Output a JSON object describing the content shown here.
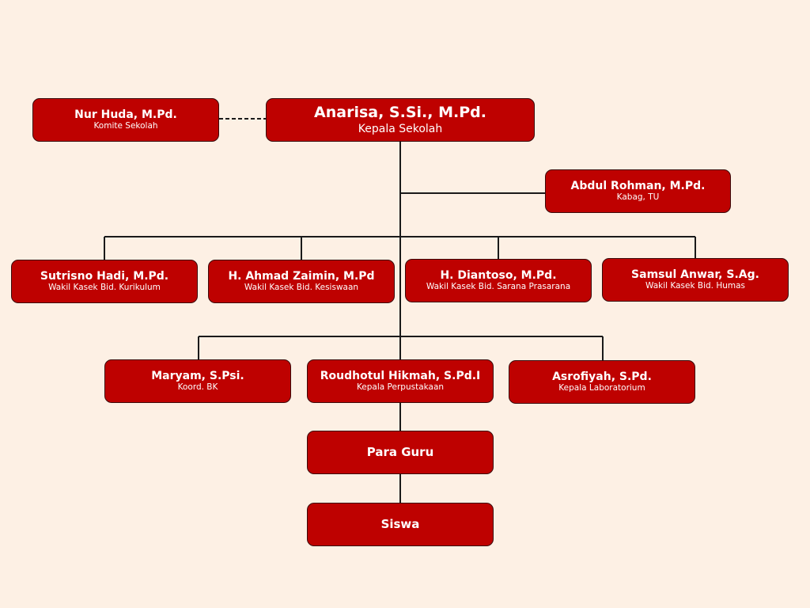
{
  "colors": {
    "background": "#fdf0e4",
    "box": "#be0100",
    "line": "#1a1a1a",
    "text": "#ffffff"
  },
  "head": {
    "name": "Anarisa, S.Si., M.Pd.",
    "role": "Kepala Sekolah"
  },
  "committee": {
    "name": "Nur Huda, M.Pd.",
    "role": "Komite Sekolah"
  },
  "admin": {
    "name": "Abdul Rohman, M.Pd.",
    "role": "Kabag, TU"
  },
  "vice_principals": [
    {
      "name": "Sutrisno Hadi, M.Pd.",
      "role": "Wakil Kasek Bid. Kurikulum"
    },
    {
      "name": "H. Ahmad Zaimin, M.Pd",
      "role": "Wakil Kasek Bid. Kesiswaan"
    },
    {
      "name": "H. Diantoso, M.Pd.",
      "role": "Wakil Kasek Bid. Sarana Prasarana"
    },
    {
      "name": "Samsul Anwar, S.Ag.",
      "role": "Wakil Kasek Bid. Humas"
    }
  ],
  "coordinators": [
    {
      "name": "Maryam, S.Psi.",
      "role": "Koord. BK"
    },
    {
      "name": "Roudhotul Hikmah, S.Pd.I",
      "role": "Kepala Perpustakaan"
    },
    {
      "name": "Asrofiyah, S.Pd.",
      "role": "Kepala Laboratorium"
    }
  ],
  "teachers": {
    "label": "Para Guru"
  },
  "students": {
    "label": "Siswa"
  }
}
